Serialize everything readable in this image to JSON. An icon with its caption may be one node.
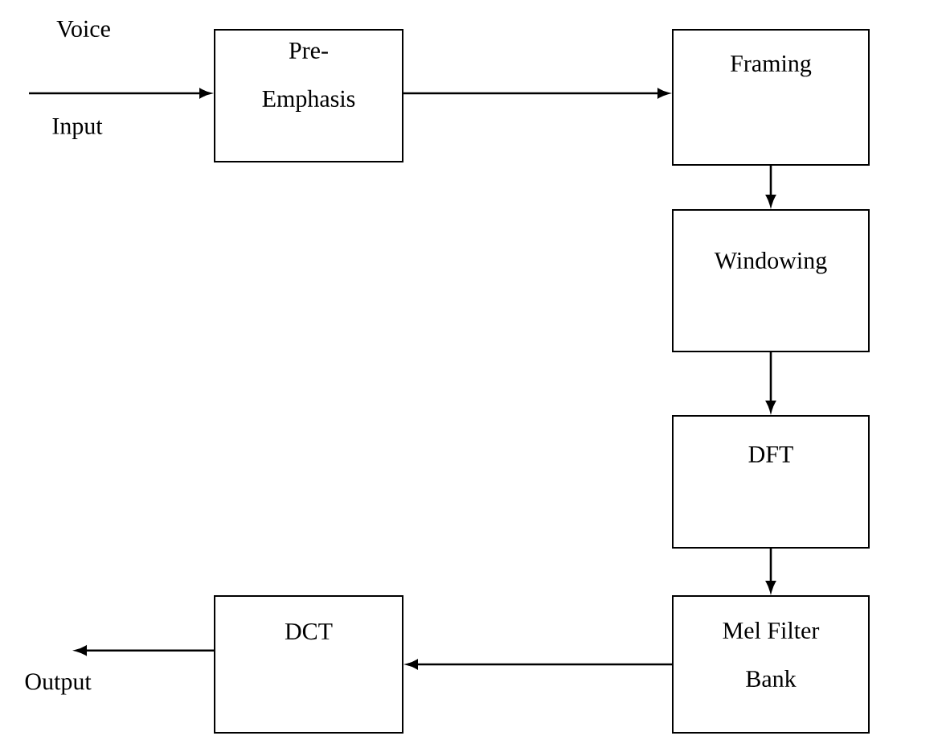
{
  "diagram": {
    "nodes": [
      {
        "text": [
          "Pre- Emphasis"
        ]
      },
      {
        "text": [
          "Framing"
        ]
      },
      {
        "text": [
          "Windowing"
        ]
      },
      {
        "text": [
          "DFT"
        ]
      },
      {
        "text": [
          "Mel Filter Bank"
        ]
      },
      {
        "text": [
          "DCT"
        ]
      },
      {
        "text": [
          "Output"
        ]
      }
    ],
    "edges": [
      {
        "from": null,
        "to": 0,
        "arrow": "to"
      },
      {
        "from": 0,
        "to": 1,
        "arrow": "to"
      },
      {
        "from": 1,
        "to": 2,
        "arrow": "to"
      },
      {
        "from": 2,
        "to": 3,
        "arrow": "to"
      },
      {
        "from": 3,
        "to": 4,
        "arrow": "to"
      },
      {
        "from": 4,
        "to": 5,
        "arrow": "to"
      },
      {
        "from": 5,
        "to": 6,
        "arrow": "to"
      }
    ],
    "labels": [
      "Voice",
      "Input"
    ]
  }
}
